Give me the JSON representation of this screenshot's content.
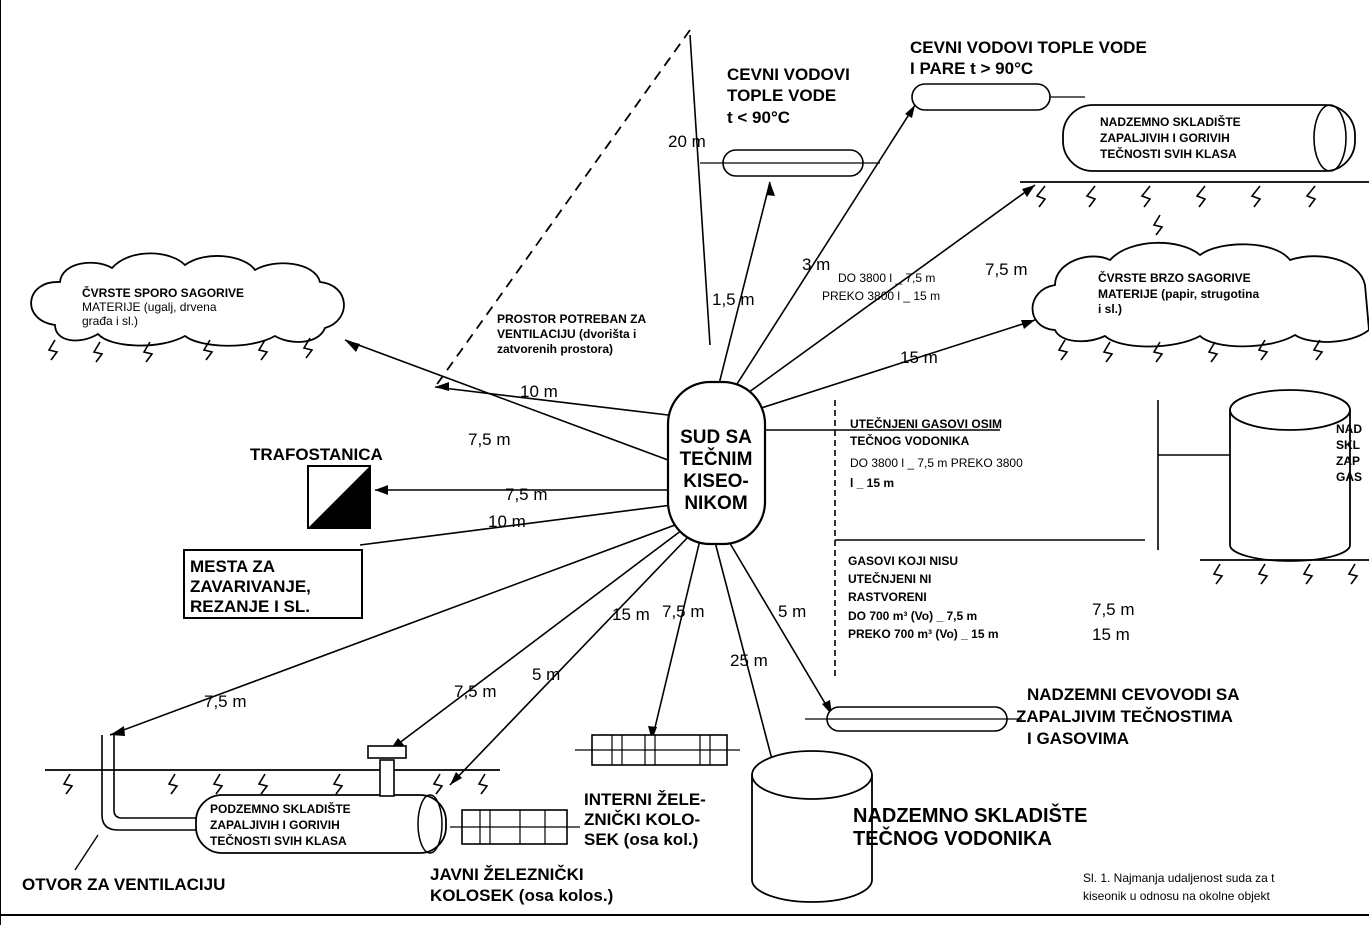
{
  "center": {
    "lines": [
      "SUD SA",
      "TEČNIM",
      "KISEO-",
      "NIKOM"
    ]
  },
  "labels": {
    "pipe_hot": [
      "CEVNI VODOVI",
      "TOPLE VODE",
      "t < 90°C"
    ],
    "pipe_steam": [
      "CEVNI VODOVI TOPLE VODE",
      "I PARE t > 90°C"
    ],
    "tank_above": [
      "NADZEMNO SKLADIŠTE",
      "ZAPALJIVIH I GORIVIH",
      "TEČNOSTI SVIH KLASA"
    ],
    "solid_slow": [
      "ČVRSTE SPORO SAGORIVE",
      "MATERIJE (ugalj, drvena",
      "građa i sl.)"
    ],
    "solid_fast": [
      "ČVRSTE BRZO SAGORIVE",
      "MATERIJE (papir, strugotina",
      "i sl.)"
    ],
    "ventilation_space": [
      "PROSTOR POTREBAN ZA",
      "VENTILACIJU (dvorišta i",
      "zatvorenih prostora)"
    ],
    "tank_3800": [
      "DO 3800 l _ 7,5 m",
      "PREKO 3800 l _ 15 m"
    ],
    "trafo": "TRAFOSTANICA",
    "welding": [
      "MESTA ZA",
      "ZAVARIVANJE,",
      "REZANJE I SL."
    ],
    "liquefied_gases": [
      "UTEČNJENI GASOVI OSIM",
      "TEČNOG VODONIKA",
      "DO 3800 l _ 7,5 m PREKO 3800",
      "l _ 15 m"
    ],
    "other_gases": [
      "GASOVI KOJI NISU",
      "UTEČNJENI NI",
      "RASTVORENI",
      "DO 700 m³ (Vo) _ 7,5 m",
      "PREKO 700 m³ (Vo) _ 15 m"
    ],
    "gas_tank_right": [
      "NAD",
      "SKL",
      "ZAP",
      "GAS"
    ],
    "pipes_flammable": [
      "NADZEMNI CEVOVODI SA",
      "ZAPALJIVIM TEČNOSTIMA",
      "I GASOVIMA"
    ],
    "hydrogen_tank": [
      "NADZEMNO SKLADIŠTE",
      "TEČNOG VODONIKA"
    ],
    "internal_rail": [
      "INTERNI ŽELE-",
      "ZNIČKI KOLO-",
      "SEK (osa kol.)"
    ],
    "public_rail": [
      "JAVNI ŽELEZNIČKI",
      "KOLOSEK (osa kolos.)"
    ],
    "underground_tank": [
      "PODZEMNO SKLADIŠTE",
      "ZAPALJIVIH I GORIVIH",
      "TEČNOSTI SVIH KLASA"
    ],
    "vent_opening": "OTVOR ZA VENTILACIJU",
    "caption": [
      "Sl. 1. Najmanja udaljenost suda za t",
      "kiseonik u odnosu na okolne objekt"
    ]
  },
  "distances": {
    "d20": "20 m",
    "d1_5": "1,5 m",
    "d3": "3 m",
    "d7_5_top": "7,5 m",
    "d15_fast": "15 m",
    "d10_vent": "10 m",
    "d7_5_slow": "7,5 m",
    "d7_5_trafo": "7,5 m",
    "d10_weld": "10 m",
    "d7_5_gas": "7,5 m",
    "d15_gas": "15 m",
    "d5_pipes": "5 m",
    "d25_hyd": "25 m",
    "d7_5_irail": "7,5 m",
    "d15_irail": "15 m",
    "d5_prail": "5 m",
    "d7_5_ugt": "7,5 m",
    "d7_5_vent": "7,5 m"
  }
}
